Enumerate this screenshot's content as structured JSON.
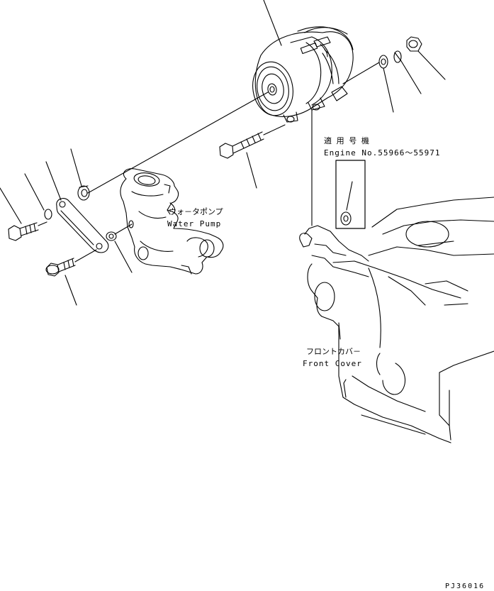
{
  "labels": {
    "applicable_jp": "適 用 号 機",
    "engine_no": "Engine No.55966～55971",
    "water_pump_jp": "ウォ－タポンプ",
    "water_pump_en": "Water Pump",
    "front_cover_jp": "フロントカバ－",
    "front_cover_en": "Front Cover",
    "drawing_code": "PJ36016"
  }
}
